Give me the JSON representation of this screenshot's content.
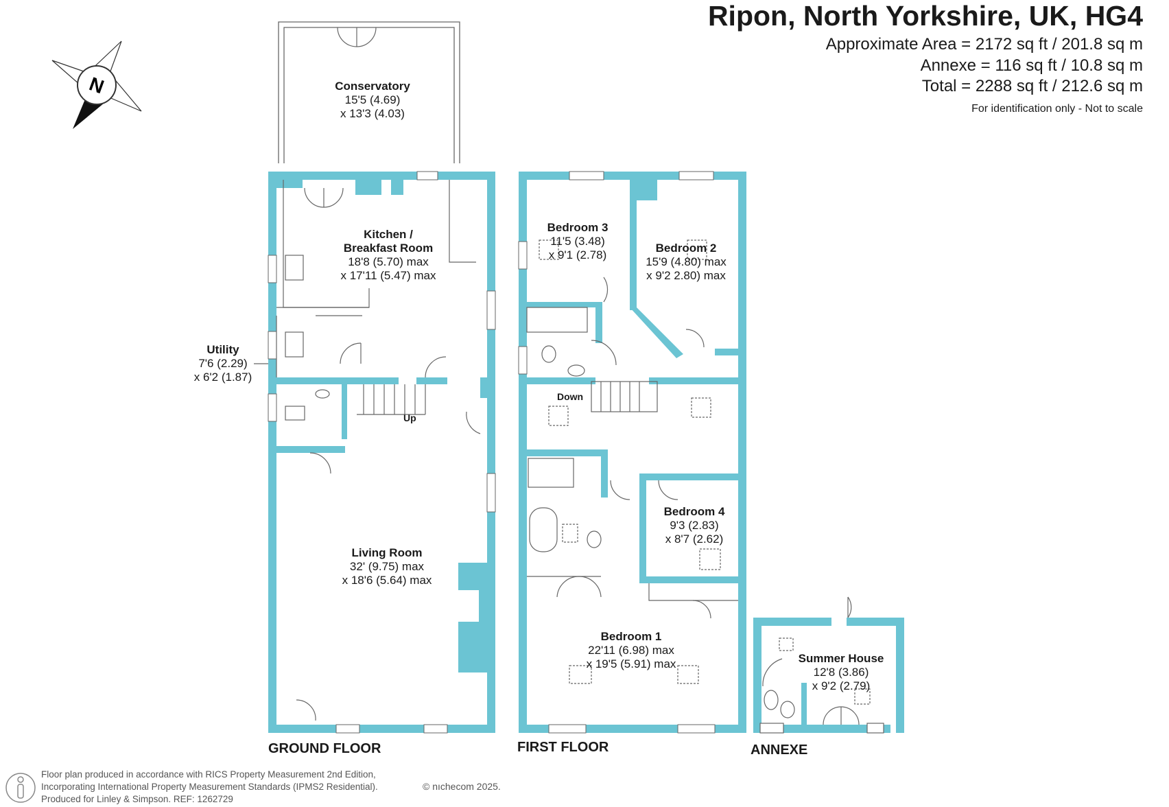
{
  "header": {
    "title": "Ripon, North Yorkshire, UK, HG4",
    "areas": [
      "Approximate Area = 2172 sq ft / 201.8 sq m",
      "Annexe = 116 sq ft / 10.8 sq m",
      "Total = 2288 sq ft / 212.6 sq m"
    ],
    "note": "For identification only - Not to scale"
  },
  "compass": {
    "label": "N"
  },
  "rooms": {
    "conservatory": {
      "name": "Conservatory",
      "dim1": "15'5 (4.69)",
      "dim2": "x 13'3 (4.03)"
    },
    "kitchen": {
      "name1": "Kitchen /",
      "name2": "Breakfast Room",
      "dim1": "18'8 (5.70) max",
      "dim2": "x 17'11 (5.47) max"
    },
    "utility": {
      "name": "Utility",
      "dim1": "7'6 (2.29)",
      "dim2": "x 6'2 (1.87)"
    },
    "living": {
      "name": "Living Room",
      "dim1": "32' (9.75) max",
      "dim2": "x 18'6 (5.64) max"
    },
    "bedroom3": {
      "name": "Bedroom 3",
      "dim1": "11'5 (3.48)",
      "dim2": "x 9'1 (2.78)"
    },
    "bedroom2": {
      "name": "Bedroom 2",
      "dim1": "15'9 (4.80) max",
      "dim2": "x 9'2 2.80) max"
    },
    "bedroom4": {
      "name": "Bedroom 4",
      "dim1": "9'3 (2.83)",
      "dim2": "x 8'7 (2.62)"
    },
    "bedroom1": {
      "name": "Bedroom 1",
      "dim1": "22'11 (6.98) max",
      "dim2": "x 19'5 (5.91) max"
    },
    "summer": {
      "name": "Summer House",
      "dim1": "12'8 (3.86)",
      "dim2": "x 9'2 (2.79)"
    }
  },
  "stairs": {
    "up": "Up",
    "down": "Down"
  },
  "floors": {
    "ground": "GROUND FLOOR",
    "first": "FIRST FLOOR",
    "annexe": "ANNEXE"
  },
  "footer": {
    "line1": "Floor plan produced in accordance with RICS Property Measurement 2nd Edition,",
    "line2": "Incorporating International Property Measurement Standards (IPMS2 Residential).",
    "line3": "Produced for Linley & Simpson.   REF:  1262729",
    "brand": "© nıchecom 2025."
  },
  "colors": {
    "wall": "#6bc4d3",
    "line": "#666666"
  }
}
